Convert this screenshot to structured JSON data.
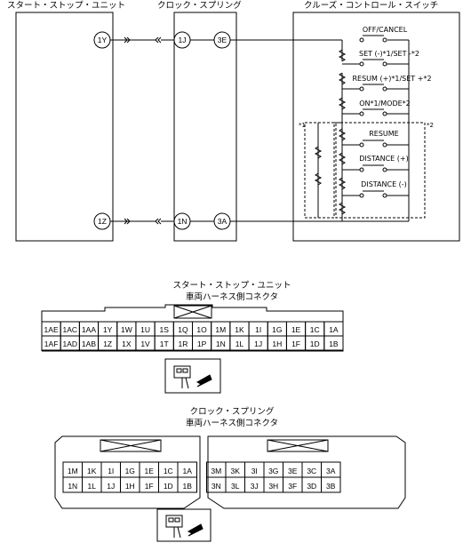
{
  "wiring": {
    "units": {
      "start_stop": "スタート・ストップ・ユニット",
      "clock_spring": "クロック・スプリング",
      "cruise_switch": "クルーズ・コントロール・スイッチ"
    },
    "terminals": {
      "ss_top": "1Y",
      "ss_bottom": "1Z",
      "cs_left_top": "1J",
      "cs_left_bottom": "1N",
      "cs_right_top": "3E",
      "cs_right_bottom": "3A"
    },
    "switches": [
      "OFF/CANCEL",
      "SET (-)*1/SET -*2",
      "RESUM (+)*1/SET +*2",
      "ON*1/MODE*2",
      "RESUME",
      "DISTANCE (+)",
      "DISTANCE (-)"
    ],
    "note_1": "*1",
    "note_2": "*2"
  },
  "connector1": {
    "title_line1": "スタート・ストップ・ユニット",
    "title_line2": "車両ハーネス側コネクタ",
    "row1": [
      "1AE",
      "1AC",
      "1AA",
      "1Y",
      "1W",
      "1U",
      "1S",
      "1Q",
      "1O",
      "1M",
      "1K",
      "1I",
      "1G",
      "1E",
      "1C",
      "1A"
    ],
    "row2": [
      "1AF",
      "1AD",
      "1AB",
      "1Z",
      "1X",
      "1V",
      "1T",
      "1R",
      "1P",
      "1N",
      "1L",
      "1J",
      "1H",
      "1F",
      "1D",
      "1B"
    ]
  },
  "connector2": {
    "title_line1": "クロック・スプリング",
    "title_line2": "車両ハーネス側コネクタ",
    "left_row1": [
      "1M",
      "1K",
      "1I",
      "1G",
      "1E",
      "1C",
      "1A"
    ],
    "left_row2": [
      "1N",
      "1L",
      "1J",
      "1H",
      "1F",
      "1D",
      "1B"
    ],
    "right_row1": [
      "3M",
      "3K",
      "3I",
      "3G",
      "3E",
      "3C",
      "3A"
    ],
    "right_row2": [
      "3N",
      "3L",
      "3J",
      "3H",
      "3F",
      "3D",
      "3B"
    ]
  }
}
